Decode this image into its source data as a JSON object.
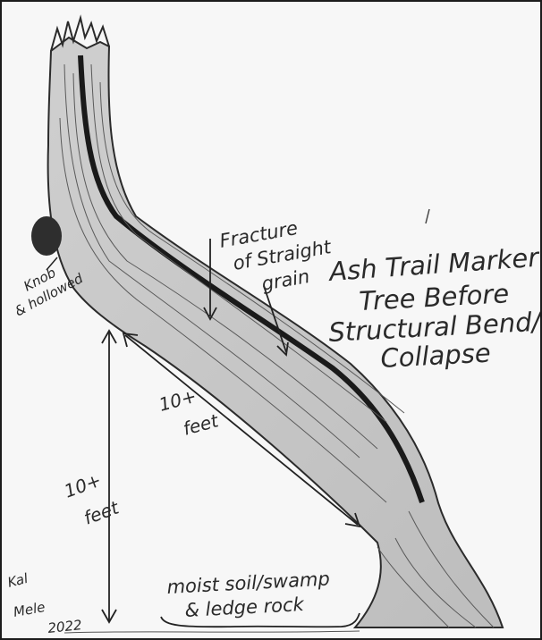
{
  "title_lines": [
    "Ash Trail Marker",
    "Tree Before",
    "Structural Bend/",
    "Collapse"
  ],
  "fracture_lines": [
    "Fracture",
    "of Straight",
    "grain"
  ],
  "knob_lines": [
    "Knob",
    "& hollowed"
  ],
  "diagonal_length_lines": [
    "10+",
    "feet"
  ],
  "vertical_height_lines": [
    "10+",
    "feet"
  ],
  "ground_lines": [
    "moist soil/swamp",
    "& ledge rock"
  ],
  "signature_lines": [
    "Kal",
    "Mele",
    "2022"
  ]
}
